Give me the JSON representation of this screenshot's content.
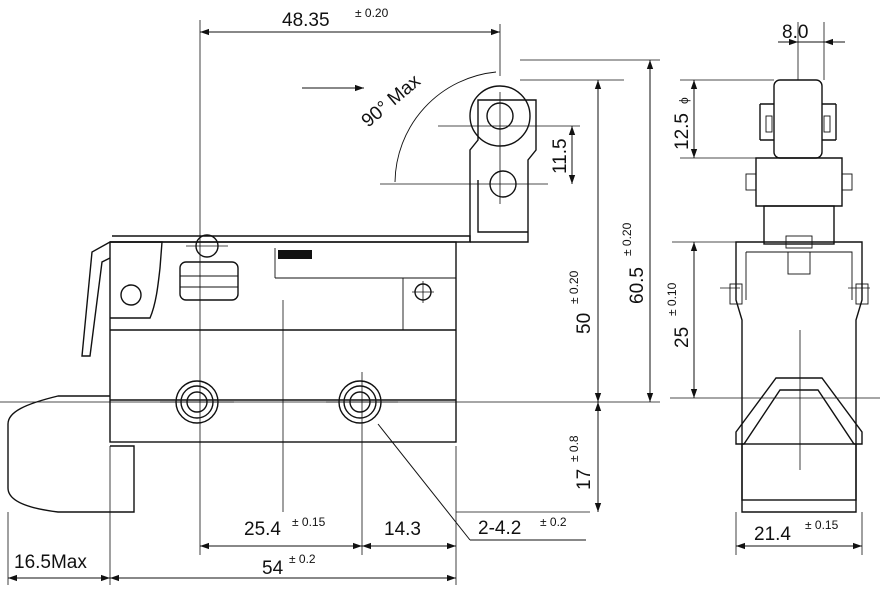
{
  "dimensions": {
    "top_width": {
      "value": "48.35",
      "tol": "± 0.20"
    },
    "angle": {
      "value": "90°  Max"
    },
    "roller_width": {
      "value": "8.0"
    },
    "roller_dia": {
      "value": "12.5",
      "symbol": "ϕ"
    },
    "pivot_gap": {
      "value": "11.5"
    },
    "height_50": {
      "value": "50",
      "tol": "± 0.20"
    },
    "height_60": {
      "value": "60.5",
      "tol": "± 0.20"
    },
    "side_25": {
      "value": "25",
      "tol": "± 0.10"
    },
    "lower_17": {
      "value": "17",
      "tol": "± 0.8"
    },
    "hole_pitch": {
      "value": "25.4",
      "tol": "± 0.15"
    },
    "hole_edge": {
      "value": "14.3"
    },
    "hole_spec": {
      "value": "2-4.2",
      "tol": "± 0.2"
    },
    "body_length": {
      "value": "54",
      "tol": "± 0.2"
    },
    "plunger_max": {
      "value": "16.5Max"
    },
    "side_width": {
      "value": "21.4",
      "tol": "± 0.15"
    }
  },
  "colors": {
    "line": "#111111",
    "background": "#ffffff"
  }
}
